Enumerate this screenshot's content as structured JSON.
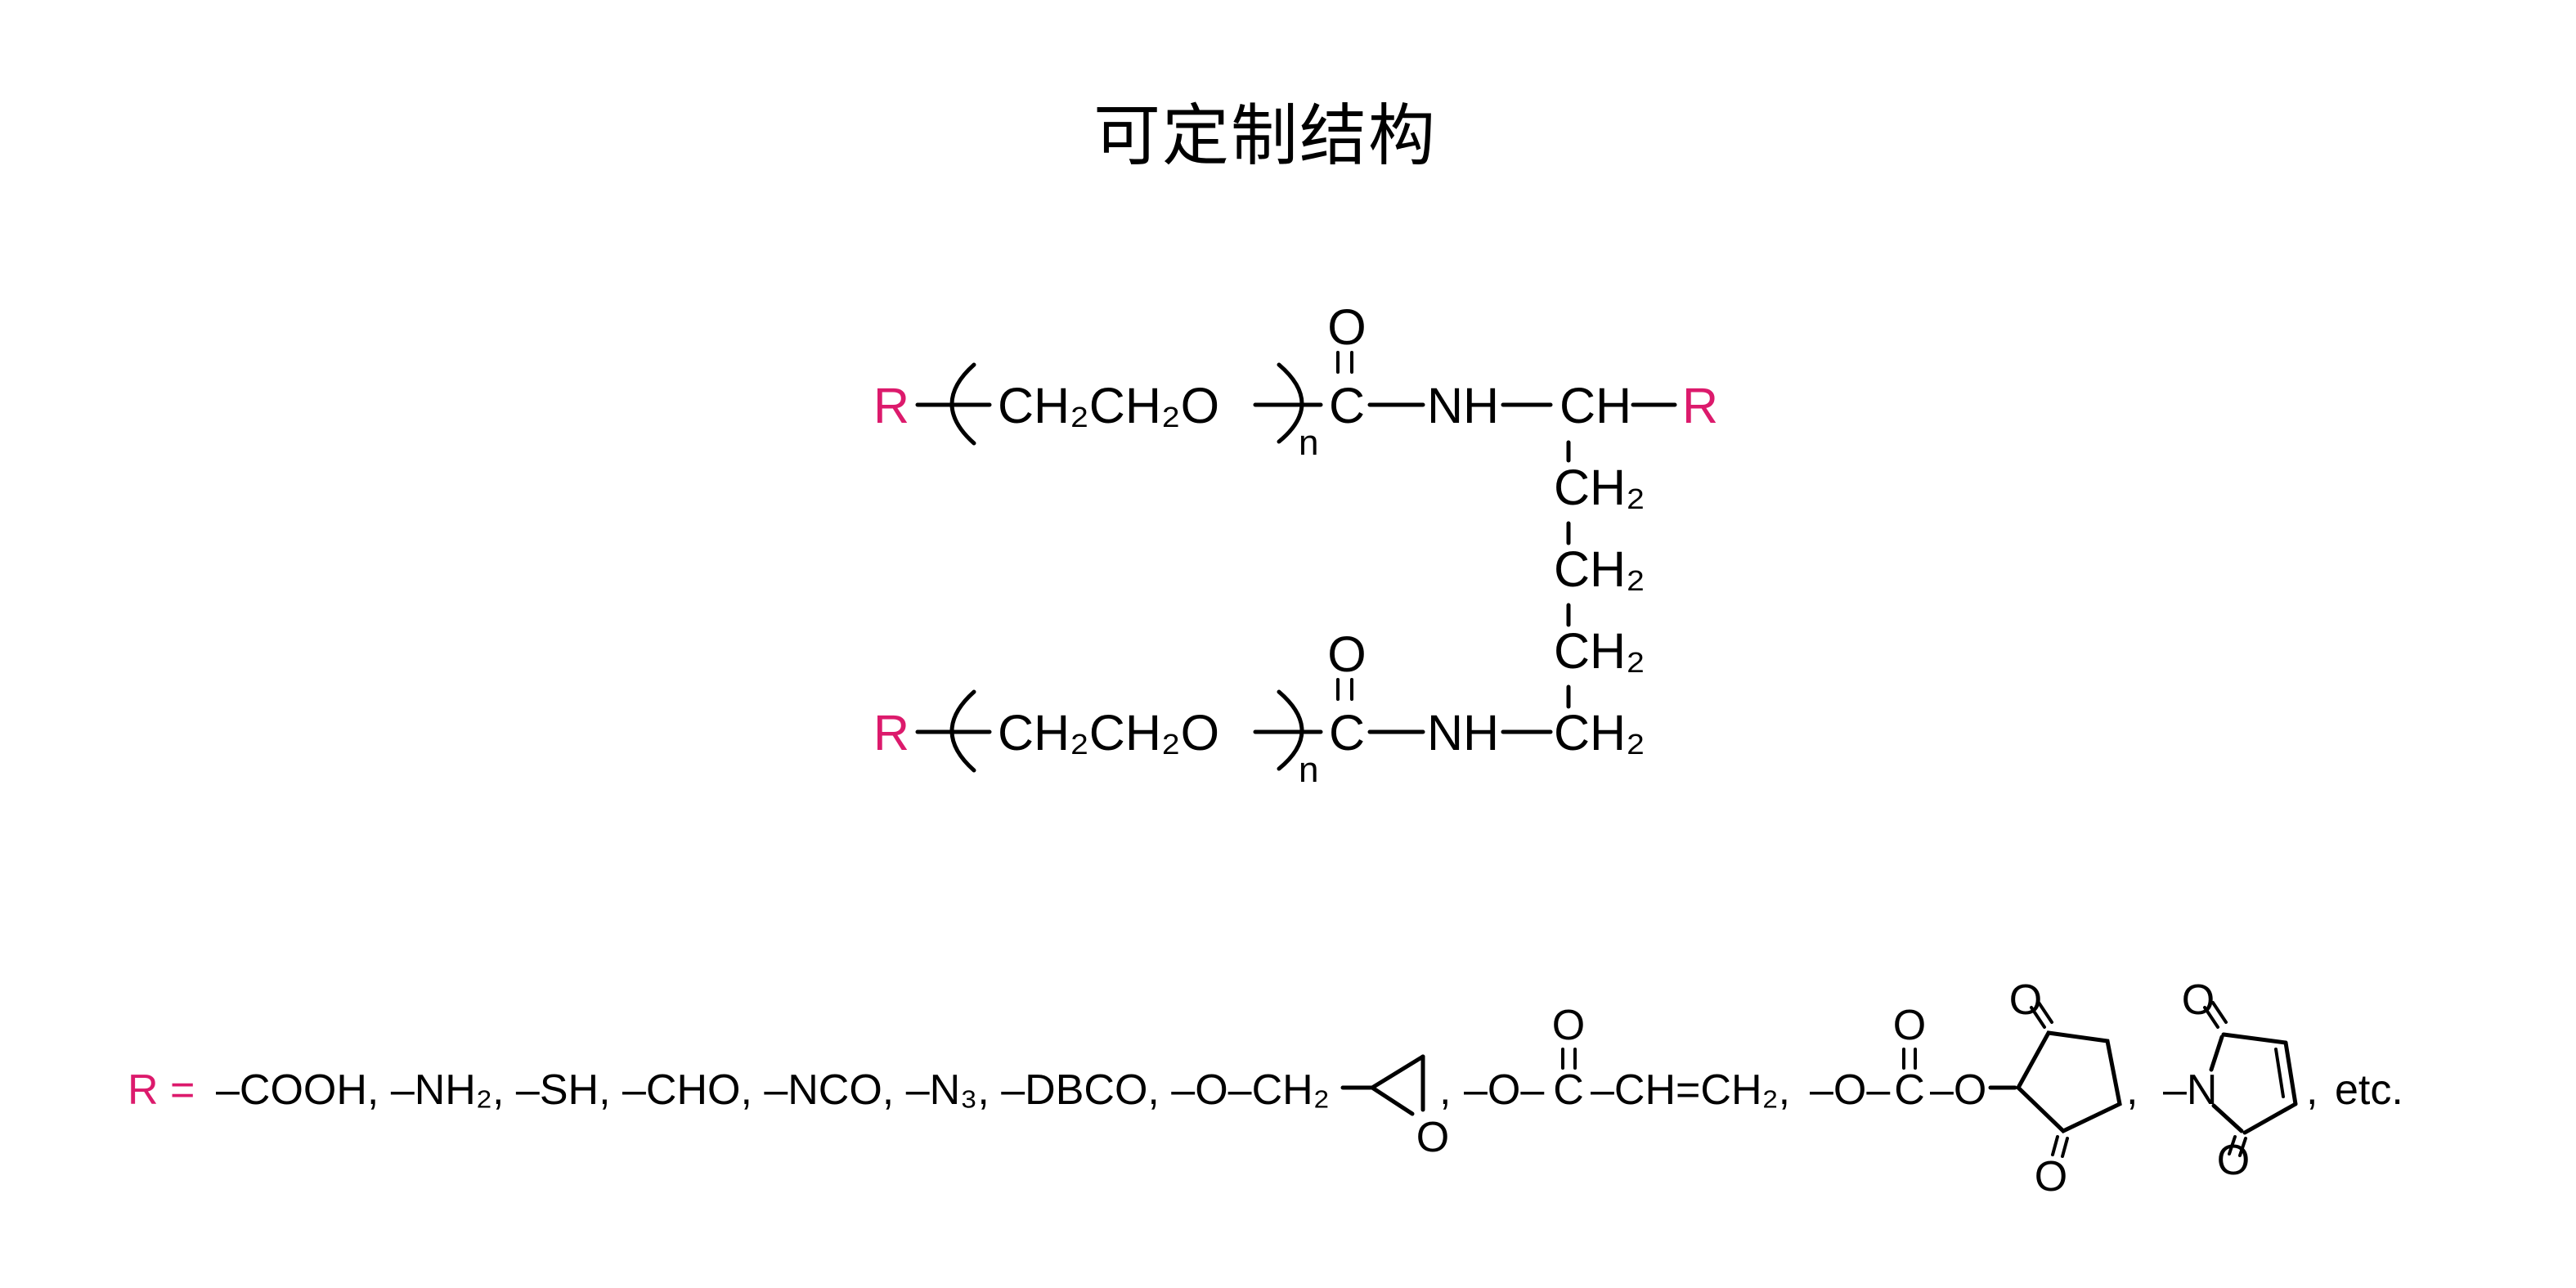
{
  "title": "可定制结构",
  "colors": {
    "accent": "#DC1A6C",
    "ink": "#000000",
    "background": "#FFFFFF"
  },
  "structure": {
    "arms": [
      {
        "r": "R",
        "repeat": "CH₂CH₂O",
        "sub": "n",
        "c": "C",
        "o": "O",
        "nh": "NH",
        "end": "CH",
        "r2": "R"
      },
      {
        "r": "R",
        "repeat": "CH₂CH₂O",
        "sub": "n",
        "c": "C",
        "o": "O",
        "nh": "NH",
        "end": "CH₂"
      }
    ],
    "linker": [
      "CH₂",
      "CH₂",
      "CH₂"
    ]
  },
  "r_definition": {
    "label": "R =",
    "seg1": "–COOH, –NH₂, –SH, –CHO, –NCO, –N₃, –DBCO, –O–CH₂",
    "epoxide": {
      "o": "O"
    },
    "comma1": ",",
    "seg2": "–O–",
    "acrylate": {
      "c": "C",
      "o": "O"
    },
    "seg3": "–CH=CH₂,",
    "seg4": "–O–",
    "carbonate": {
      "c": "C",
      "o": "O"
    },
    "seg5": "–O",
    "nhs": {
      "o_top": "O",
      "o_bottom": "O"
    },
    "comma2": ",",
    "seg6": "–N",
    "maleimide": {
      "o_top": "O",
      "o_bottom": "O"
    },
    "comma3": ",",
    "etc": "etc."
  }
}
